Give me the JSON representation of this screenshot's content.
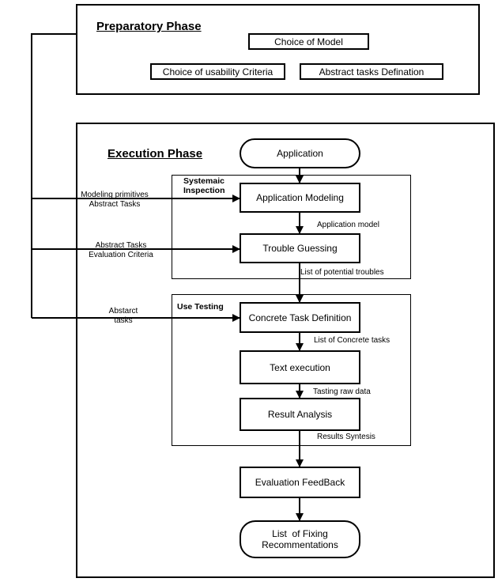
{
  "preparatory": {
    "title": "Preparatory Phase",
    "choice_of_model": "Choice of Model",
    "choice_of_criteria": "Choice of usability Criteria",
    "abstract_tasks_def": "Abstract tasks Defination"
  },
  "execution": {
    "title": "Execution Phase",
    "application": "Application",
    "systematic_label": "Systemaic\nInspection",
    "app_modeling": "Application Modeling",
    "app_model_label": "Application model",
    "trouble_guessing": "Trouble Guessing",
    "potential_troubles_label": "List of potential troubles",
    "use_testing_label": "Use Testing",
    "concrete_task_def": "Concrete Task Definition",
    "concrete_tasks_label": "List of Concrete tasks",
    "text_execution": "Text execution",
    "raw_data_label": "Tasting raw data",
    "result_analysis": "Result Analysis",
    "results_synthesis_label": "Results Syntesis",
    "evaluation_feedback": "Evaluation FeedBack",
    "fixing_recommendations": "List  of Fixing\nRecommentations"
  },
  "inputs": {
    "modeling_inputs": "Modeling primitives\nAbstract Tasks",
    "guessing_inputs": "Abstract Tasks\nEvaluation Criteria",
    "testing_inputs": "Abstarct\ntasks"
  }
}
